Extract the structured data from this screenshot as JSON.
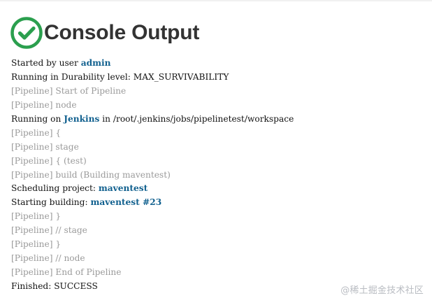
{
  "header": {
    "title": "Console Output",
    "status_icon": "success-check-icon",
    "status_color": "#2b9f4e"
  },
  "console": {
    "lines": [
      {
        "parts": [
          {
            "text": "Started by user ",
            "type": "text"
          },
          {
            "text": "admin",
            "type": "link"
          }
        ]
      },
      {
        "parts": [
          {
            "text": "Running in Durability level: MAX_SURVIVABILITY",
            "type": "text"
          }
        ]
      },
      {
        "parts": [
          {
            "text": "[Pipeline] Start of Pipeline",
            "type": "pipeline"
          }
        ]
      },
      {
        "parts": [
          {
            "text": "[Pipeline] node",
            "type": "pipeline"
          }
        ]
      },
      {
        "parts": [
          {
            "text": "Running on ",
            "type": "text"
          },
          {
            "text": "Jenkins",
            "type": "link"
          },
          {
            "text": " in /root/.jenkins/jobs/pipelinetest/workspace",
            "type": "text"
          }
        ]
      },
      {
        "parts": [
          {
            "text": "[Pipeline] {",
            "type": "pipeline"
          }
        ]
      },
      {
        "parts": [
          {
            "text": "[Pipeline] stage",
            "type": "pipeline"
          }
        ]
      },
      {
        "parts": [
          {
            "text": "[Pipeline] { (test)",
            "type": "pipeline"
          }
        ]
      },
      {
        "parts": [
          {
            "text": "[Pipeline] build (Building maventest)",
            "type": "pipeline"
          }
        ]
      },
      {
        "parts": [
          {
            "text": "Scheduling project: ",
            "type": "text"
          },
          {
            "text": "maventest",
            "type": "link"
          }
        ]
      },
      {
        "parts": [
          {
            "text": "Starting building: ",
            "type": "text"
          },
          {
            "text": "maventest #23",
            "type": "link"
          }
        ]
      },
      {
        "parts": [
          {
            "text": "[Pipeline] }",
            "type": "pipeline"
          }
        ]
      },
      {
        "parts": [
          {
            "text": "[Pipeline] // stage",
            "type": "pipeline"
          }
        ]
      },
      {
        "parts": [
          {
            "text": "[Pipeline] }",
            "type": "pipeline"
          }
        ]
      },
      {
        "parts": [
          {
            "text": "[Pipeline] // node",
            "type": "pipeline"
          }
        ]
      },
      {
        "parts": [
          {
            "text": "[Pipeline] End of Pipeline",
            "type": "pipeline"
          }
        ]
      },
      {
        "parts": [
          {
            "text": "Finished: SUCCESS",
            "type": "text"
          }
        ]
      }
    ]
  },
  "watermark": {
    "text": "@稀土掘金技术社区"
  },
  "colors": {
    "link": "#12618f",
    "pipeline": "#9a9a9a",
    "text": "#111111"
  }
}
